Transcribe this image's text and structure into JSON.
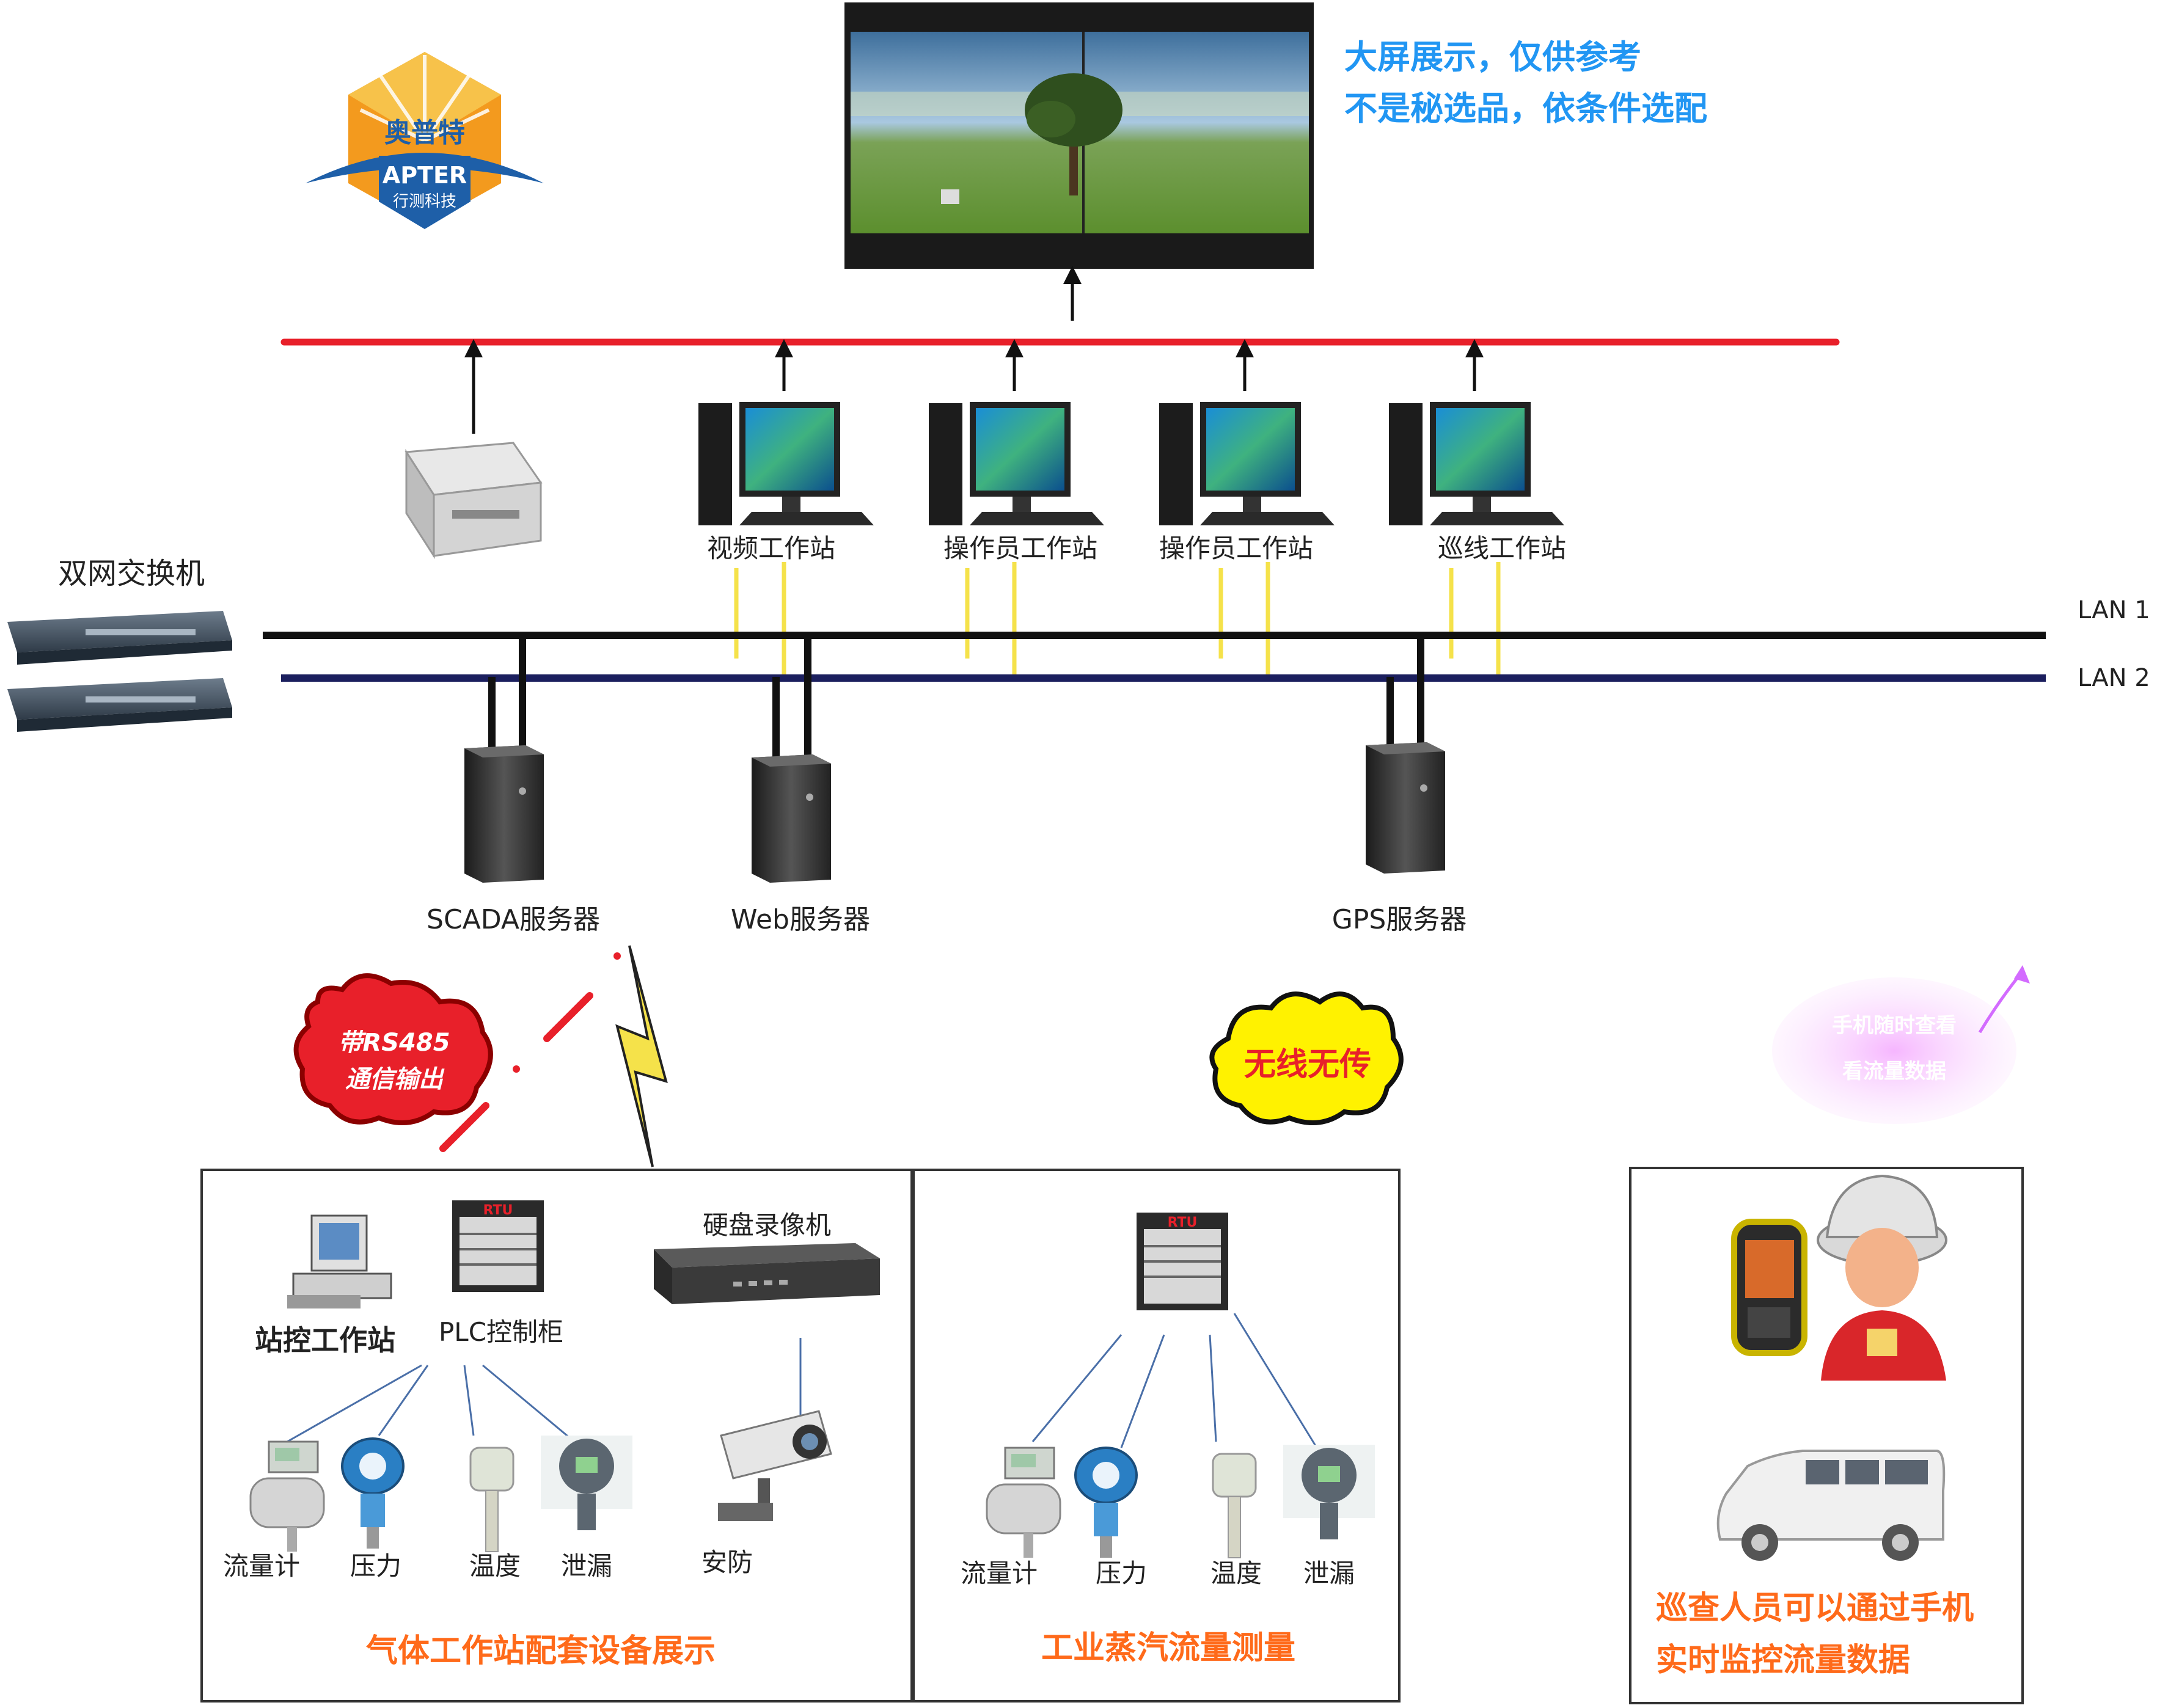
{
  "logo": {
    "brand_cn": "奥普特",
    "brand_en": "APTER",
    "subtitle": "行测科技"
  },
  "screen_note": {
    "line1": "大屏展示，仅供参考",
    "line2": "不是秘选品，依条件选配"
  },
  "switch": {
    "label": "双网交换机"
  },
  "networks": {
    "lan1": "LAN 1",
    "lan2": "LAN 2"
  },
  "workstations": [
    {
      "label": "视频工作站"
    },
    {
      "label": "操作员工作站"
    },
    {
      "label": "操作员工作站"
    },
    {
      "label": "巡线工作站"
    }
  ],
  "servers": [
    {
      "label": "SCADA服务器"
    },
    {
      "label": "Web服务器"
    },
    {
      "label": "GPS服务器"
    }
  ],
  "clouds": {
    "rs485_line1": "带RS485",
    "rs485_line2": "通信输出",
    "wireless": "无线无传",
    "phone_line1": "手机随时查看",
    "phone_line2": "看流量数据"
  },
  "gas_panel": {
    "station": "站控工作站",
    "plc": "PLC控制柜",
    "rtu": "RTU",
    "nvr": "硬盘录像机",
    "sensors": [
      "流量计",
      "压力",
      "温度",
      "泄漏"
    ],
    "security": "安防",
    "caption": "气体工作站配套设备展示"
  },
  "steam_panel": {
    "rtu": "RTU",
    "sensors": [
      "流量计",
      "压力",
      "温度",
      "泄漏"
    ],
    "caption": "工业蒸汽流量测量"
  },
  "patrol_panel": {
    "line1": "巡查人员可以通过手机",
    "line2": "实时监控流量数据"
  },
  "colors": {
    "red_bus": "#e8202a",
    "lan1": "#111111",
    "lan2": "#1b1f5e",
    "link": "#f5e24a",
    "accent_blue": "#2196f3",
    "accent_orange": "#ff6a1a"
  }
}
